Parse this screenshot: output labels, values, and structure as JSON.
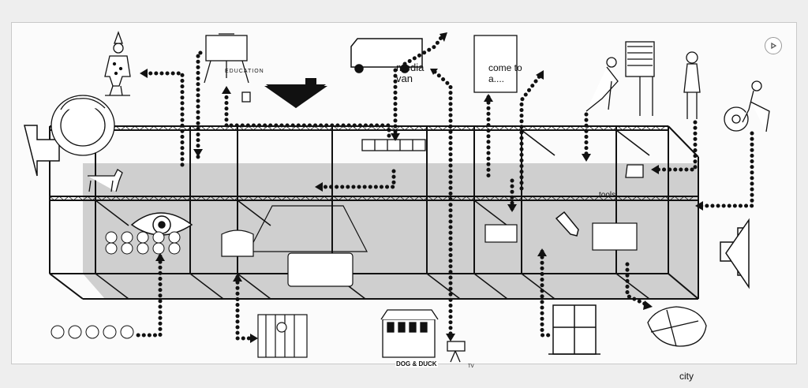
{
  "labels": {
    "media_van_line1": "media",
    "media_van_line2": "van",
    "come_line1": "come to",
    "come_line2": "a....",
    "tools": "tools",
    "pub": "DOG & DUCK",
    "tv": "TV",
    "city": "city",
    "easel": "EDUCATION"
  },
  "icons": [
    "clown-icon",
    "easel-icon",
    "media-van-icon",
    "poster-icon",
    "worker-icon",
    "person-icon",
    "tyre-person-icon",
    "head-icon",
    "dog-icon",
    "eye-icon",
    "audience-icon",
    "jail-icon",
    "pub-icon",
    "tv-camera-icon",
    "window-icon",
    "city-map-icon",
    "wrench-icon",
    "sewing-machine-icon",
    "film-strip-icon"
  ],
  "colors": {
    "ink": "#111111",
    "shade": "#cfcfcf",
    "paper": "#fbfbfb"
  },
  "controls": {
    "play_icon": "play-icon"
  }
}
